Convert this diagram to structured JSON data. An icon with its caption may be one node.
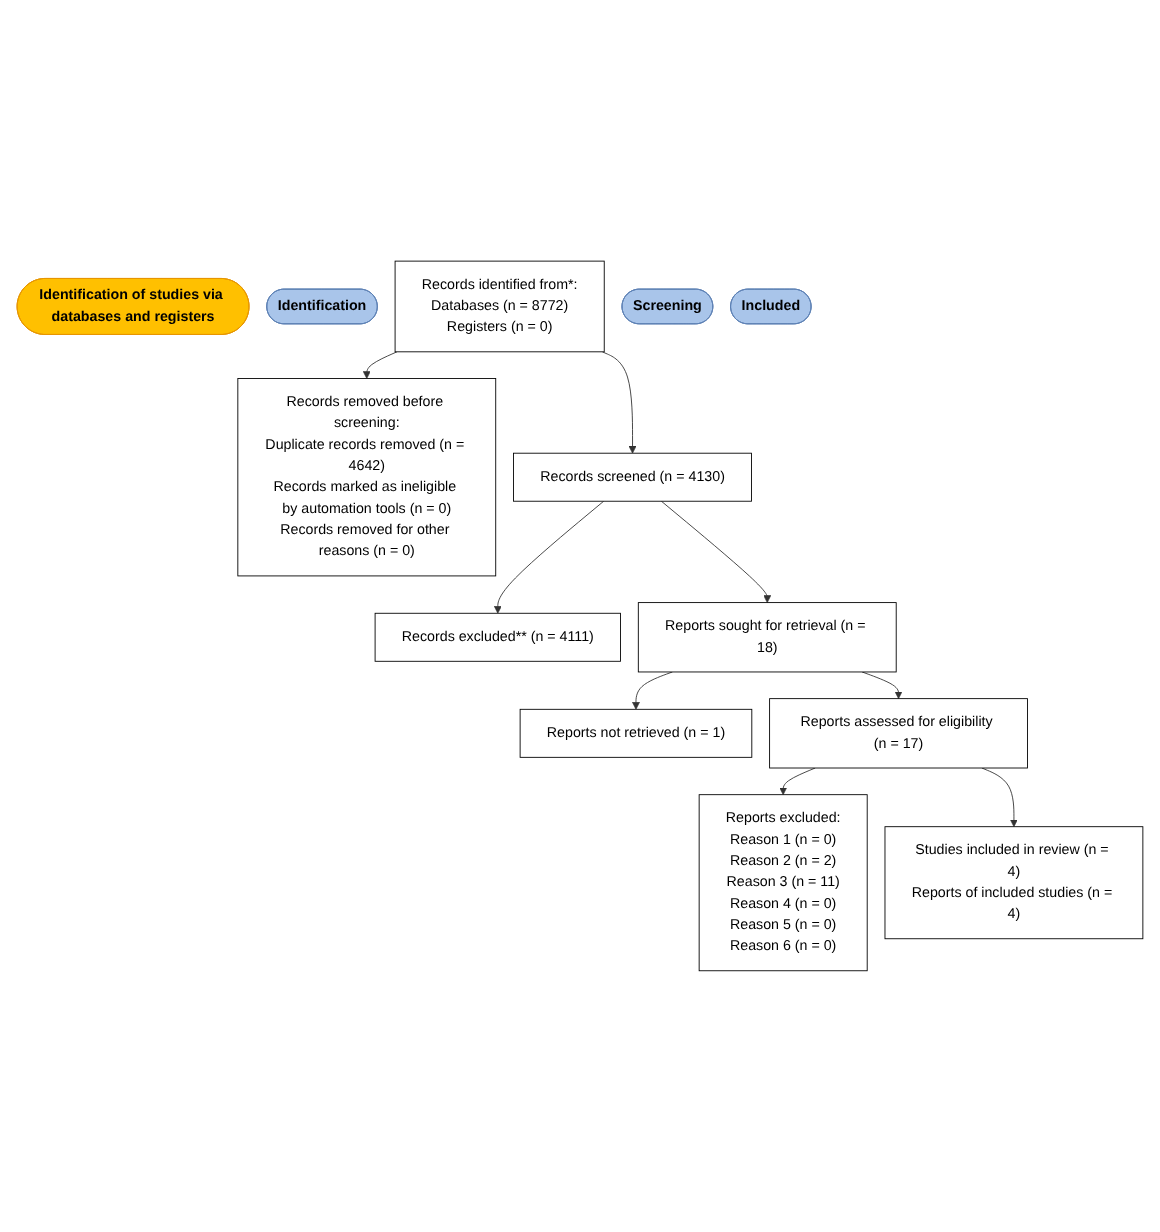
{
  "diagram": {
    "nodes": [
      {
        "text": [
          "Identification of studies via databases and registers"
        ]
      },
      {
        "text": [
          "Identification"
        ]
      },
      {
        "text": [
          "Records identified from*:",
          "Databases (n = 8772)",
          "Registers (n = 0)"
        ]
      },
      {
        "text": [
          "Records removed before screening:",
          "Duplicate records removed (n = 4642)",
          "Records marked as ineligible by automation tools (n = 0)",
          "Records removed for other reasons (n = 0)"
        ]
      },
      {
        "text": [
          "Screening"
        ]
      },
      {
        "text": [
          "Records screened (n = 4130)"
        ]
      },
      {
        "text": [
          "Records excluded** (n = 4111)"
        ]
      },
      {
        "text": [
          "Reports sought for retrieval (n = 18)"
        ]
      },
      {
        "text": [
          "Reports not retrieved (n = 1)"
        ]
      },
      {
        "text": [
          "Reports assessed for eligibility (n = 17)"
        ]
      },
      {
        "text": [
          "Reports excluded:",
          "Reason 1 (n = 0)",
          "Reason 2 (n = 2)",
          "Reason 3 (n = 11)",
          "Reason 4 (n = 0)",
          "Reason 5 (n = 0)",
          "Reason 6 (n = 0)"
        ]
      },
      {
        "text": [
          "Included"
        ]
      },
      {
        "text": [
          "Studies included in review (n = 4)",
          "Reports of included studies (n = 4)"
        ]
      }
    ],
    "edges": [
      {
        "from": 2,
        "to": 3,
        "arrow": "to"
      },
      {
        "from": 2,
        "to": 5,
        "arrow": "to"
      },
      {
        "from": 5,
        "to": 6,
        "arrow": "to"
      },
      {
        "from": 5,
        "to": 7,
        "arrow": "to"
      },
      {
        "from": 7,
        "to": 8,
        "arrow": "to"
      },
      {
        "from": 7,
        "to": 9,
        "arrow": "to"
      },
      {
        "from": 9,
        "to": 10,
        "arrow": "to"
      },
      {
        "from": 9,
        "to": 12,
        "arrow": "to"
      }
    ]
  }
}
